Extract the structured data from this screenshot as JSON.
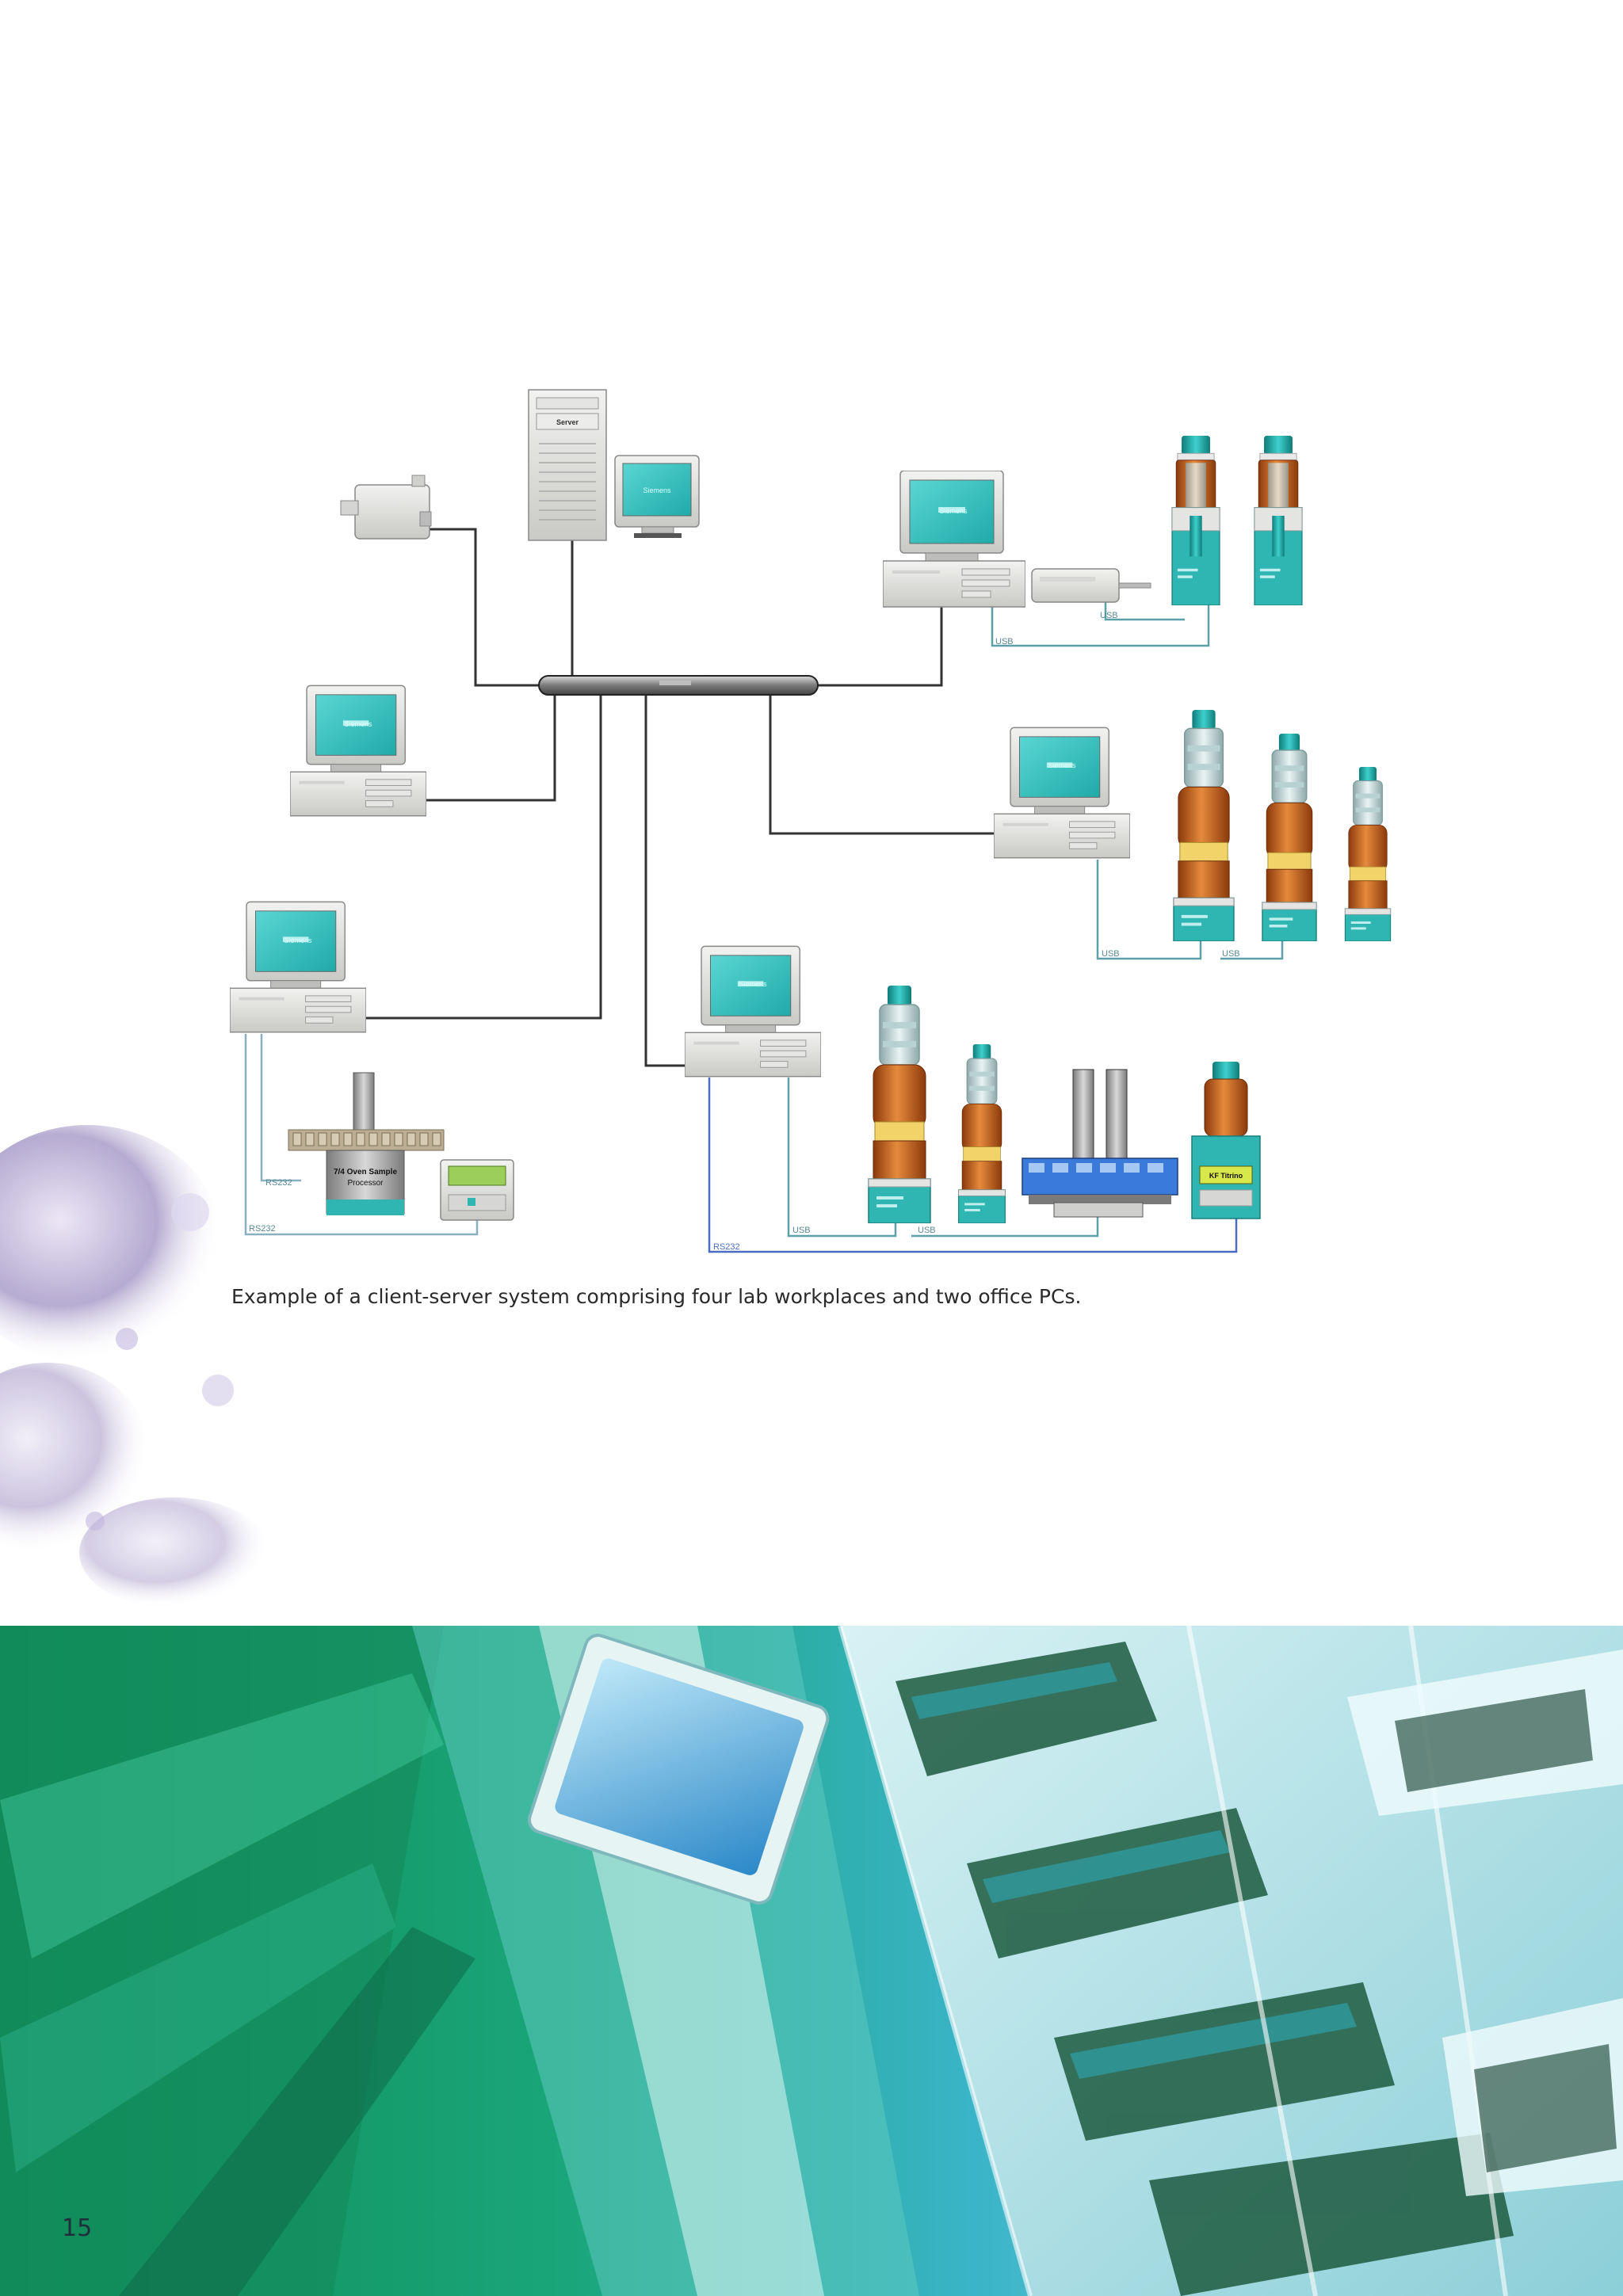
{
  "caption": "Example of a client-server system comprising four lab workplaces and two office PCs.",
  "page_number": "15",
  "diagram": {
    "server_label": "Server",
    "monitor_label": "Siemens",
    "usb_label": "USB",
    "rs232_label": "RS232",
    "processor_line1": "7/4 Oven Sample",
    "processor_line2": "Processor",
    "titrino_label": "KF Titrino"
  },
  "colors": {
    "teal": "#2ec4c4",
    "copper": "#c8641e",
    "cable": "#333333",
    "usb_cable": "#5ea0a8",
    "rs232_cable": "#4a6cc0"
  }
}
